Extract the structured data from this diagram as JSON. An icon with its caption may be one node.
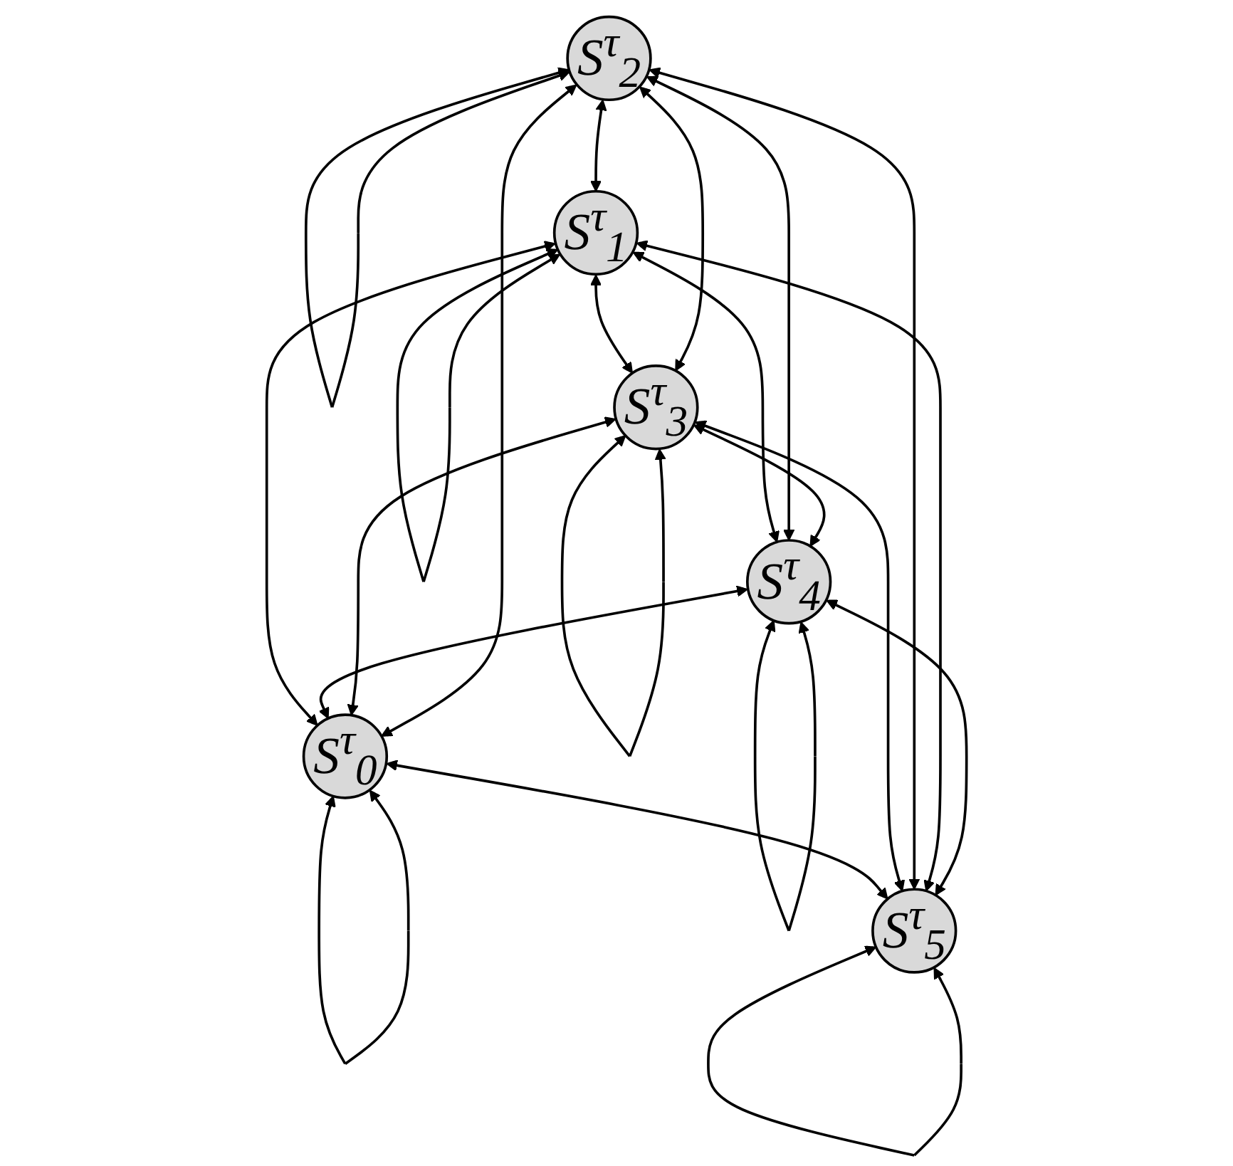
{
  "diagram": {
    "nodes": [
      {
        "text": [
          "S$^{τ}$$_{2}$"
        ]
      },
      {
        "text": [
          "S$^{τ}$$_{3}$"
        ]
      },
      {
        "text": [
          "S$^{τ}$$_{0}$"
        ]
      },
      {
        "text": [
          "S$^{τ}$$_{4}$"
        ]
      },
      {
        "text": [
          "S$^{τ}$$_{1}$"
        ]
      },
      {
        "text": [
          "S$^{τ}$$_{5}$"
        ]
      }
    ],
    "edges": [
      {
        "from": 0,
        "to": 0,
        "arrow": "both"
      },
      {
        "from": 1,
        "to": 1,
        "arrow": "both"
      },
      {
        "from": 2,
        "to": 2,
        "arrow": "both"
      },
      {
        "from": 3,
        "to": 3,
        "arrow": "both"
      },
      {
        "from": 4,
        "to": 4,
        "arrow": "both"
      },
      {
        "from": 5,
        "to": 5,
        "arrow": "both"
      },
      {
        "from": 0,
        "to": 1,
        "arrow": "both"
      },
      {
        "from": 1,
        "to": 3,
        "arrow": "both"
      },
      {
        "from": 0,
        "to": 4,
        "arrow": "both"
      },
      {
        "from": 3,
        "to": 5,
        "arrow": "both"
      },
      {
        "from": 4,
        "to": 5,
        "arrow": "both"
      },
      {
        "from": 0,
        "to": 3,
        "arrow": "both"
      },
      {
        "from": 4,
        "to": 1,
        "arrow": "both"
      },
      {
        "from": 0,
        "to": 2,
        "arrow": "both"
      },
      {
        "from": 0,
        "to": 5,
        "arrow": "both"
      },
      {
        "from": 1,
        "to": 2,
        "arrow": "both"
      },
      {
        "from": 1,
        "to": 5,
        "arrow": "both"
      },
      {
        "from": 3,
        "to": 2,
        "arrow": "both"
      },
      {
        "from": 4,
        "to": 2,
        "arrow": "both"
      },
      {
        "from": 4,
        "to": 3,
        "arrow": "both"
      },
      {
        "from": 2,
        "to": 5,
        "arrow": "both"
      }
    ]
  }
}
